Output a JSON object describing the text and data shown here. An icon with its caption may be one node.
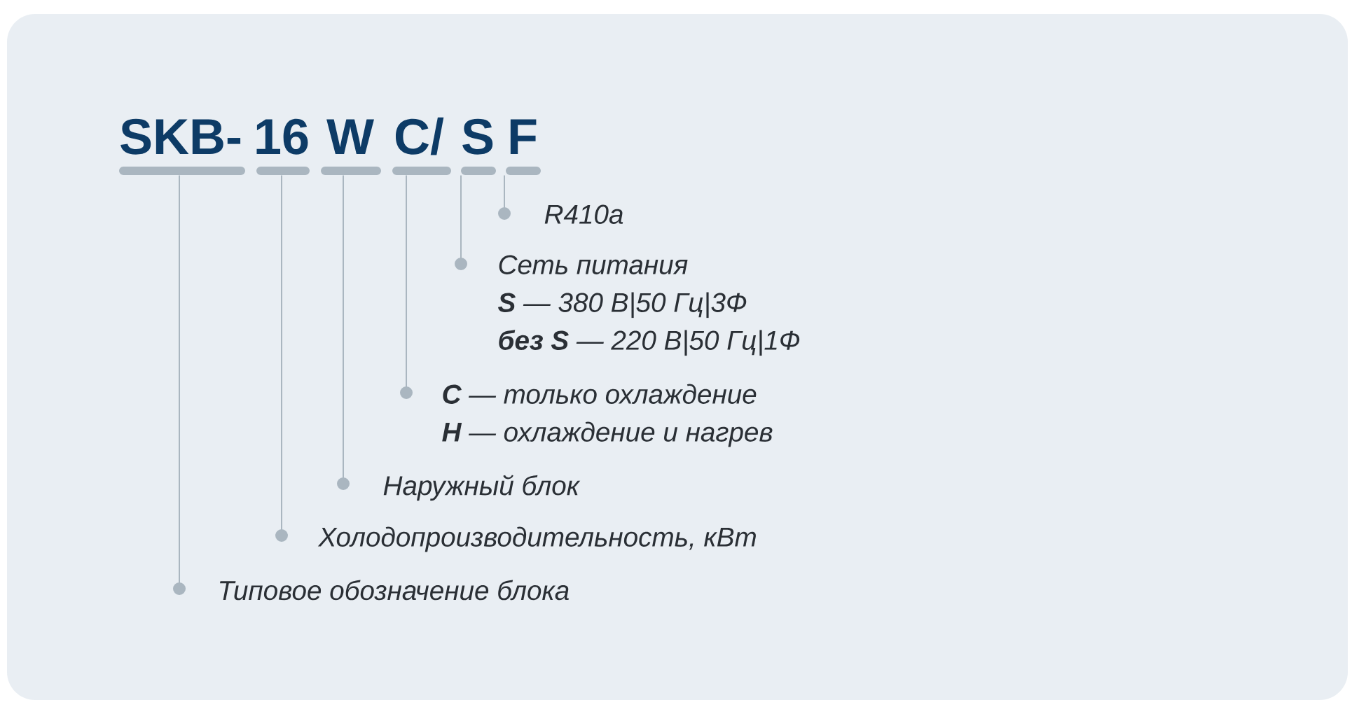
{
  "diagram": {
    "nodes": [
      {
        "text": [
          "SKB-"
        ]
      },
      {
        "text": [
          "16"
        ]
      },
      {
        "text": [
          "W"
        ]
      },
      {
        "text": [
          "C/"
        ]
      },
      {
        "text": [
          "S"
        ]
      },
      {
        "text": [
          "F"
        ]
      },
      {
        "text": [
          "R410a"
        ]
      },
      {
        "text": [
          "Сеть питания",
          "**S** — 380 В|50 Гц|3Ф",
          "**без S** — 220 В|50 Гц|1Ф"
        ]
      },
      {
        "text": [
          "**C** — только охлаждение",
          "**H** — охлаждение и нагрев"
        ]
      },
      {
        "text": [
          "Наружный блок"
        ]
      },
      {
        "text": [
          "Холодопроизводительность, кВт"
        ]
      },
      {
        "text": [
          "Типовое обозначение блока"
        ]
      }
    ],
    "edges": [
      {
        "from": 5,
        "to": 6,
        "arrow": "other"
      },
      {
        "from": 4,
        "to": 7,
        "arrow": "other"
      },
      {
        "from": 3,
        "to": 8,
        "arrow": "other"
      },
      {
        "from": 2,
        "to": 9,
        "arrow": "other"
      },
      {
        "from": 1,
        "to": 10,
        "arrow": "other"
      },
      {
        "from": 0,
        "to": 11,
        "arrow": "other"
      }
    ]
  }
}
